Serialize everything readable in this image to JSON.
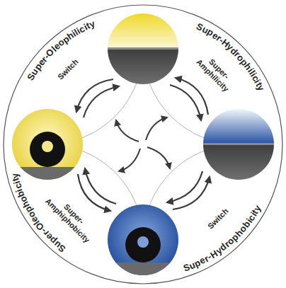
{
  "diagram": {
    "labels": [
      "Super-Oleophilicity",
      "Super-Hydrophilicity",
      "Switch",
      "Super-Amphilicity",
      "Super-Oleophobicity",
      "Super-Amphiphobicity",
      "Switch",
      "Super-Hydrophobicity"
    ]
  }
}
